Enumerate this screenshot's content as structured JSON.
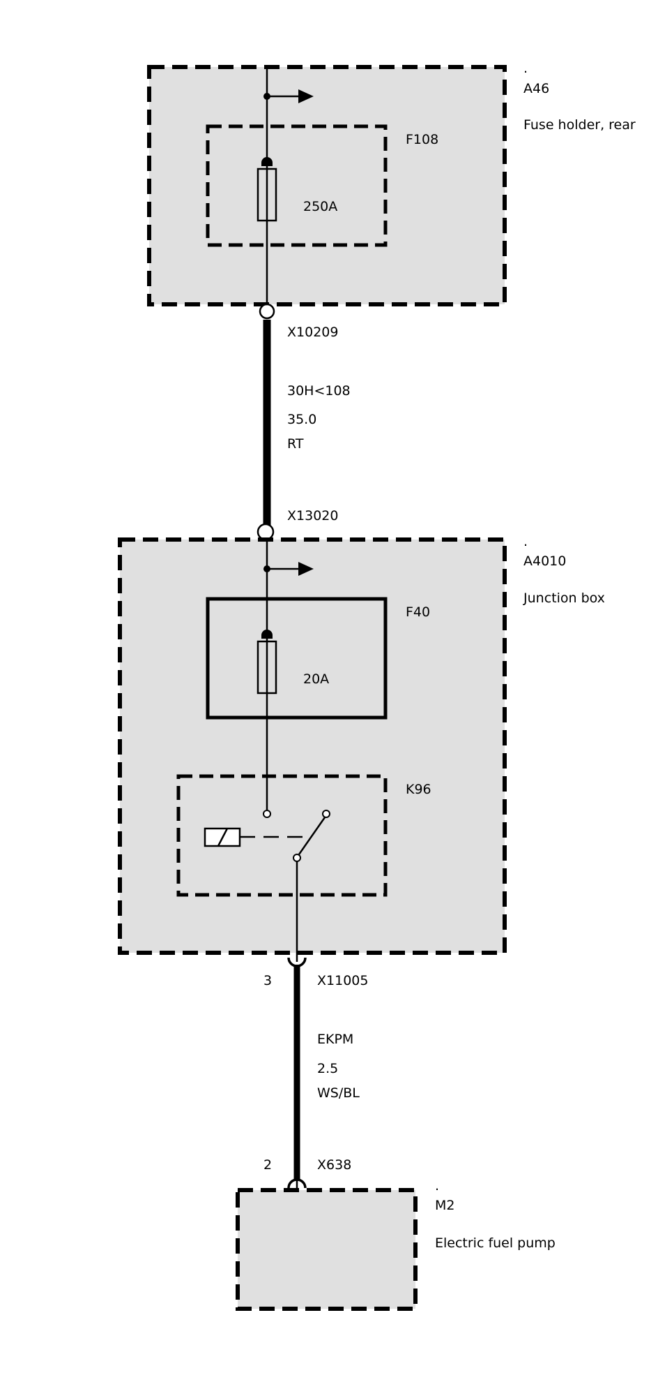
{
  "components": {
    "a46": {
      "dot": ".",
      "id": "A46",
      "name": "Fuse holder, rear"
    },
    "f108": {
      "id": "F108",
      "rating": "250A"
    },
    "a4010": {
      "dot": ".",
      "id": "A4010",
      "name": "Junction box"
    },
    "f40": {
      "id": "F40",
      "rating": "20A"
    },
    "k96": {
      "id": "K96"
    },
    "m2": {
      "dot": ".",
      "id": "M2",
      "name": "Electric fuel pump"
    }
  },
  "wire1": {
    "connector_top": "X10209",
    "circuit": "30H<108",
    "gauge": "35.0",
    "color": "RT",
    "connector_bottom": "X13020"
  },
  "wire2": {
    "pin_top": "3",
    "connector_top": "X11005",
    "circuit": "EKPM",
    "gauge": "2.5",
    "color": "WS/BL",
    "pin_bottom": "2",
    "connector_bottom": "X638"
  }
}
